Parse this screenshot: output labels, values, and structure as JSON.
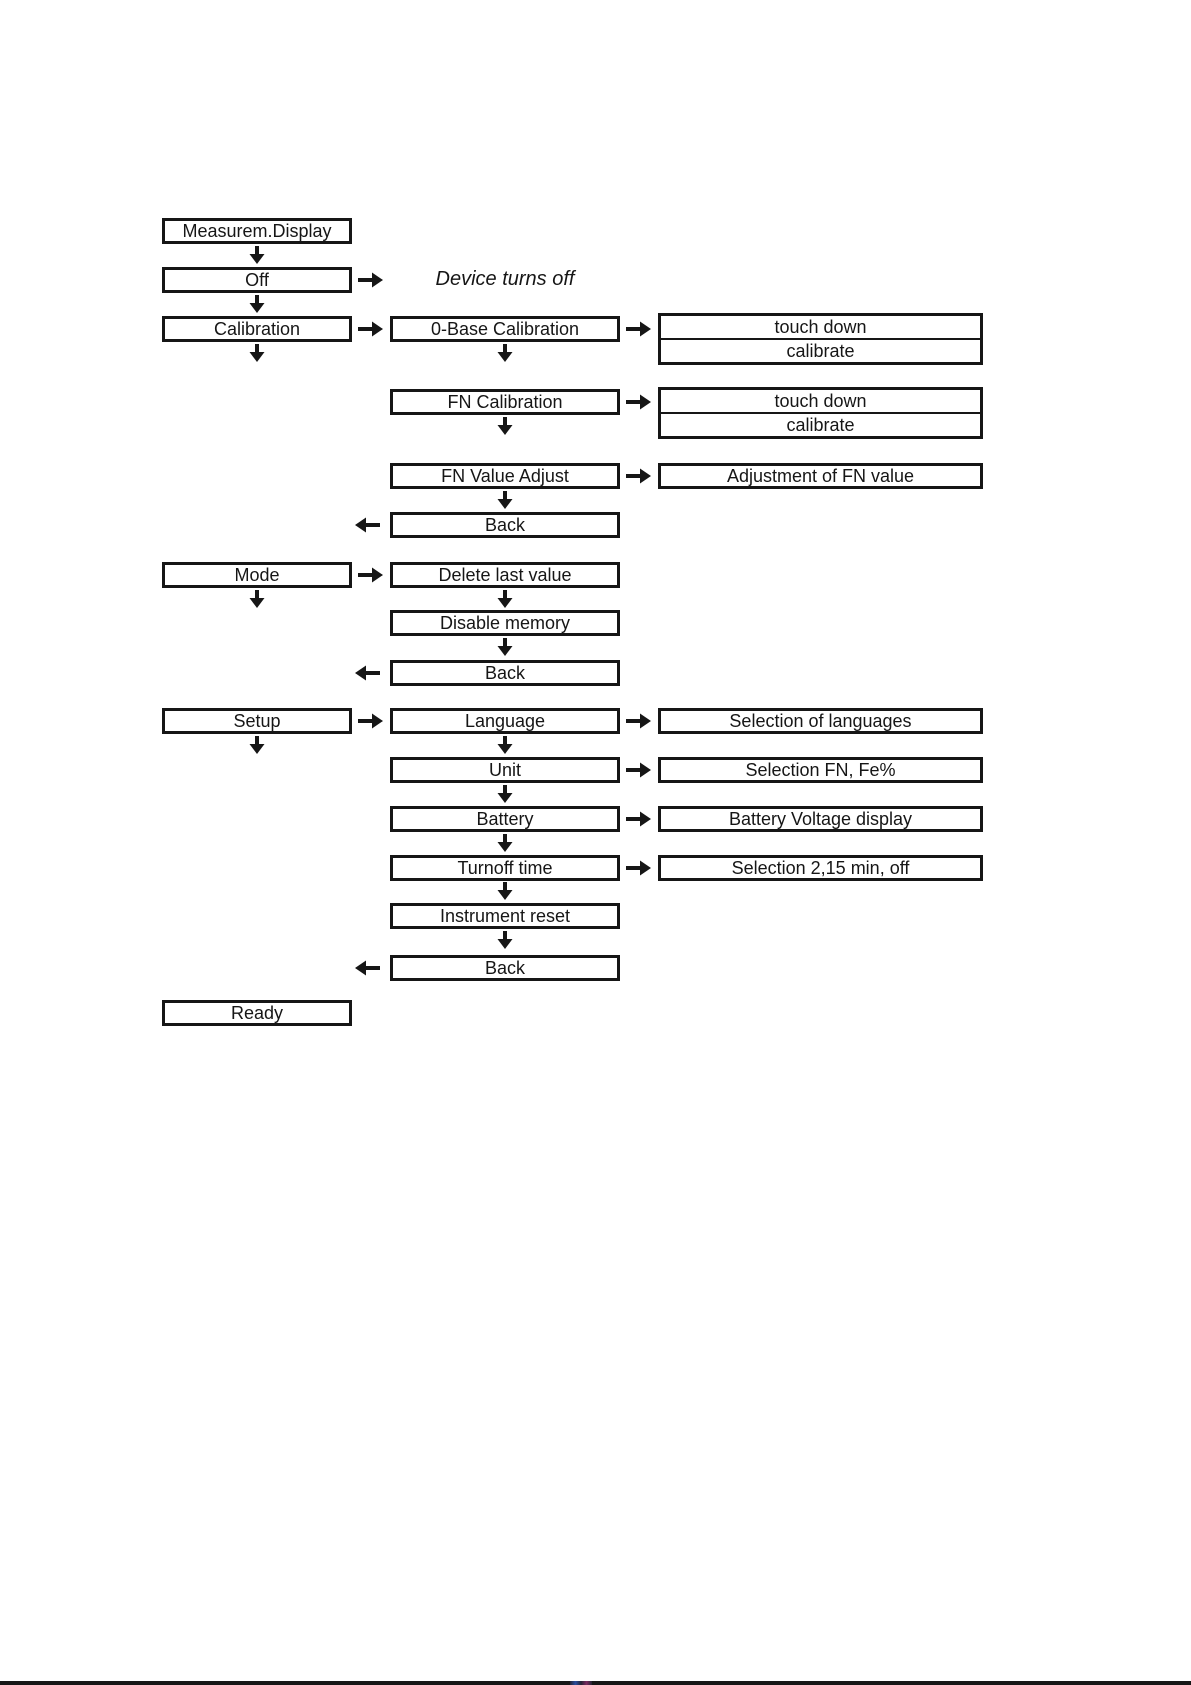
{
  "diagram": {
    "nodes": {
      "measurem_display": "Measurem.Display",
      "off": "Off",
      "calibration": "Calibration",
      "mode": "Mode",
      "setup": "Setup",
      "ready": "Ready",
      "zero_base_calibration": "0-Base Calibration",
      "fn_calibration": "FN Calibration",
      "fn_value_adjust": "FN Value Adjust",
      "back": "Back",
      "delete_last_value": "Delete last value",
      "disable_memory": "Disable memory",
      "language": "Language",
      "unit": "Unit",
      "battery": "Battery",
      "turnoff_time": "Turnoff time",
      "instrument_reset": "Instrument reset",
      "touch_down": "touch down",
      "calibrate": "calibrate",
      "adjustment_of_fn_value": "Adjustment of FN value",
      "selection_of_languages": "Selection of languages",
      "selection_fn_fe": "Selection FN, Fe%",
      "battery_voltage_display": "Battery Voltage display",
      "selection_turnoff": "Selection 2,15 min, off"
    },
    "annotations": {
      "device_turns_off": "Device turns off"
    },
    "colors": {
      "line": "#161616",
      "background": "#ffffff"
    }
  }
}
